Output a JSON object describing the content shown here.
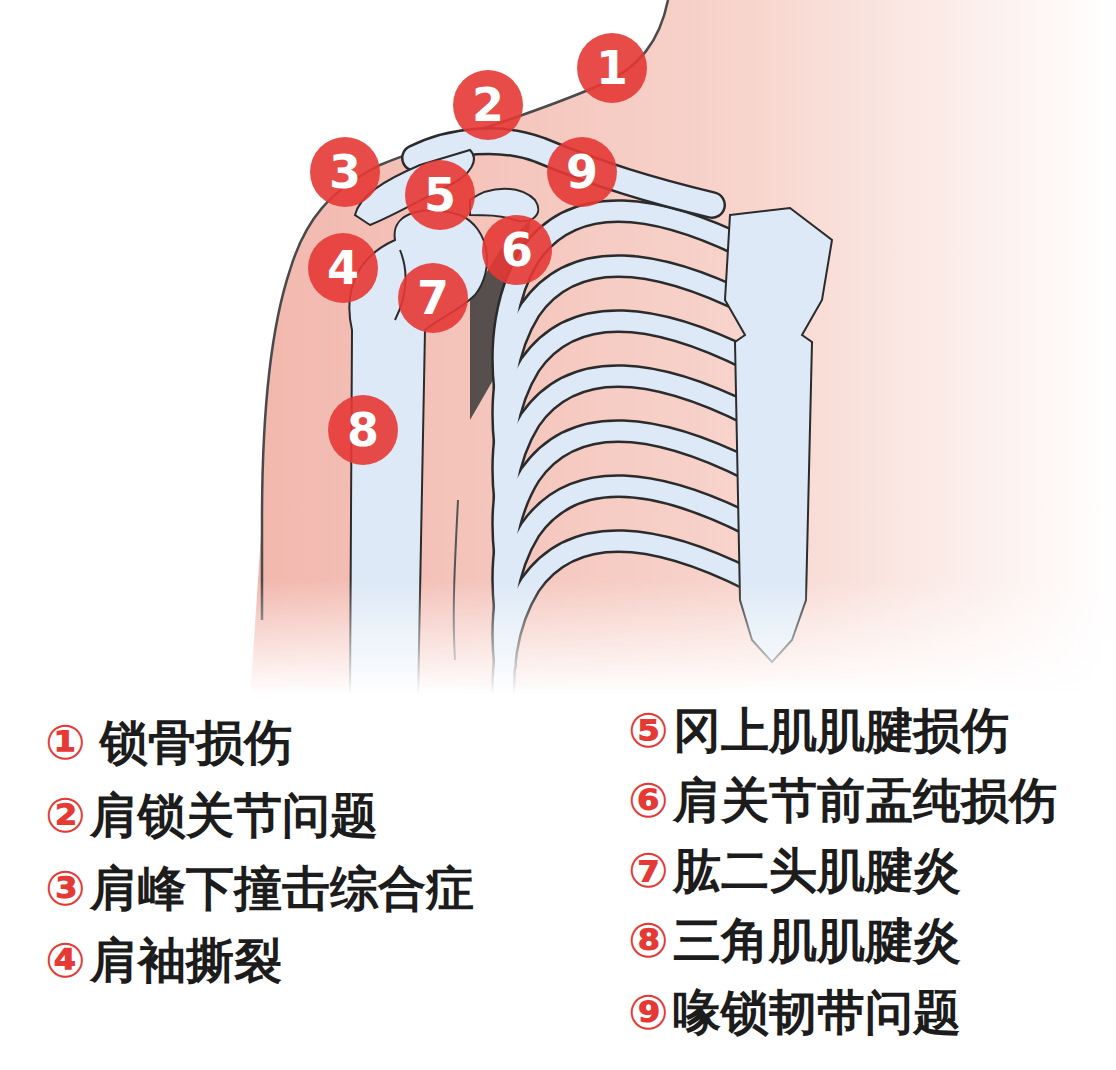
{
  "diagram": {
    "nodes": [
      {
        "text": [
          "1"
        ]
      },
      {
        "text": [
          "2"
        ]
      },
      {
        "text": [
          "3"
        ]
      },
      {
        "text": [
          "4"
        ]
      },
      {
        "text": [
          "5"
        ]
      },
      {
        "text": [
          "6"
        ]
      },
      {
        "text": [
          "7"
        ]
      },
      {
        "text": [
          "8"
        ]
      },
      {
        "text": [
          "9"
        ]
      }
    ],
    "labels": [
      "①",
      "锁骨损伤",
      "②",
      "肩锁关节问题",
      "③",
      "肩峰下撞击综合症",
      "④",
      "肩袖撕裂",
      "⑤",
      "冈上肌肌腱损伤",
      "⑥",
      "肩关节前盂纯损伤",
      "⑦",
      "肱二头肌腱炎",
      "⑧",
      "三角肌肌腱炎",
      "⑨",
      "喙锁韧带问题"
    ]
  }
}
